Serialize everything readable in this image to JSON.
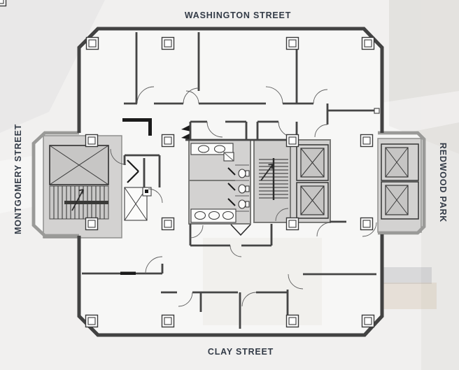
{
  "figure": {
    "type": "architectural-floor-plan",
    "subject": "office tower typical floor plate with central core"
  },
  "street_labels": {
    "top": "WASHINGTON STREET",
    "bottom": "CLAY STREET",
    "left": "MONTGOMERY STREET",
    "right": "REDWOOD PARK"
  },
  "colors": {
    "label_text": "#333b47",
    "main_walls": "#424242",
    "secondary_walls": "#9a9a98",
    "core_fill": "#d3d2d1",
    "shaft_fill": "#c7c6c5",
    "floor_fill": "#f7f7f6",
    "background": "#f1f0ef"
  },
  "plan_features": {
    "elevators": "x-crossed shafts (2 center bank, 2 redwood park bank, 1 freight west)",
    "stairs": "west switchback stair and central scissor stair with treads",
    "restrooms": "stalls, toilets and sink counters in core",
    "columns": "4x4 perimeter column grid",
    "doors": "quarter-circle swing arcs"
  }
}
